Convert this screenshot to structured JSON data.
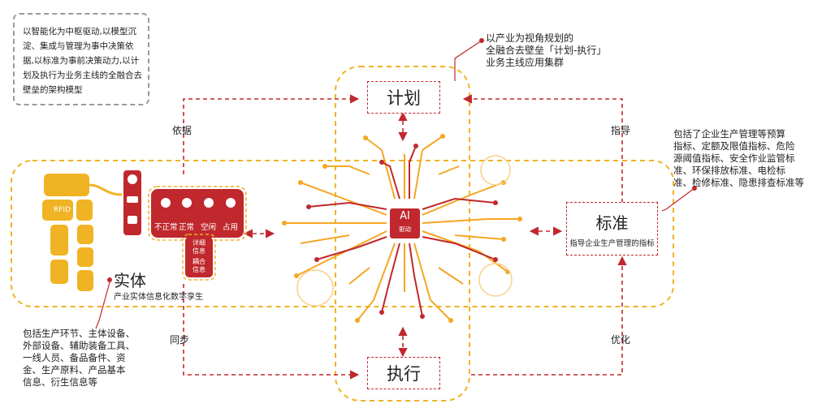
{
  "top_left_note": "以智能化为中枢驱动,以模型沉淀、集成与管理为事中决策依据,以标准为事前决策动力,以计划及执行为业务主线的全融合去壁垒的架构模型",
  "top_annotation": "以产业为视角规划的\n全融合去壁垒「计划-执行」\n业务主线应用集群",
  "right_annotation": "包括了企业生产管理等预算\n指标、定额及限值指标、危险\n源阈值指标、安全作业监管标\n准、环保排放标准、电检标\n准、检修标准、隐患排查标准等",
  "bottom_left_annotation": "包括生产环节、主体设备、\n外部设备、辅助装备工具、\n一线人员、备品备件、资\n金、生产原料、产品基本\n信息、衍生信息等",
  "nodes": {
    "plan": "计划",
    "execute": "执行",
    "standard": "标准",
    "standard_sub": "指导企业生产管理的指标",
    "entity": "实体",
    "entity_sub": "产业实体信息化数字孪生",
    "ai": "AI",
    "ai_sub": "驱动"
  },
  "edges": {
    "basis": "依据",
    "guide": "指导",
    "sync": "同步",
    "optimize": "优化"
  },
  "entity_panel": {
    "rfid": "RFID",
    "statuses": [
      "不正常",
      "正常",
      "空闲",
      "占用"
    ],
    "details": [
      "详细\n信息",
      "耦合\n信息"
    ]
  },
  "colors": {
    "red": "#c0282e",
    "yellow": "#f0b323",
    "orange": "#f5a623",
    "gray": "#9a9a9a"
  }
}
